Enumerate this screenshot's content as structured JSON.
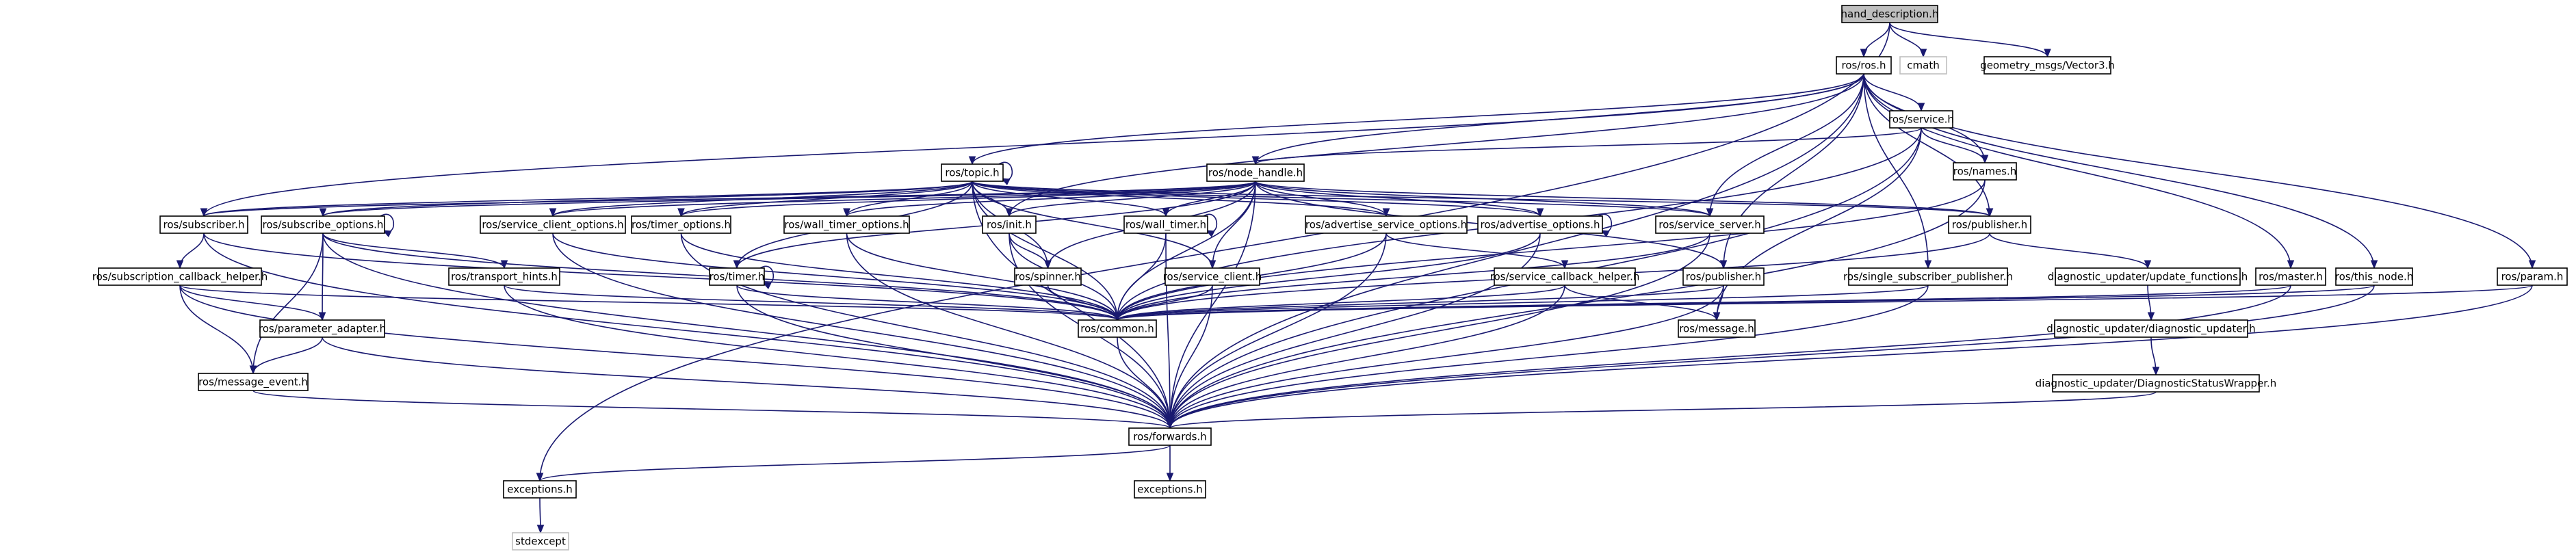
{
  "nodes": [
    {
      "id": "hand_description",
      "label": "hand_description.h",
      "kind": "root"
    },
    {
      "id": "ros_ros",
      "label": "ros/ros.h"
    },
    {
      "id": "cmath",
      "label": "cmath",
      "kind": "ext"
    },
    {
      "id": "vector3",
      "label": "geometry_msgs/Vector3.h"
    },
    {
      "id": "ros_service",
      "label": "ros/service.h"
    },
    {
      "id": "ros_names",
      "label": "ros/names.h"
    },
    {
      "id": "ros_topic",
      "label": "ros/topic.h"
    },
    {
      "id": "ros_node_handle",
      "label": "ros/node_handle.h"
    },
    {
      "id": "ros_subscriber",
      "label": "ros/subscriber.h"
    },
    {
      "id": "ros_subscribe_options",
      "label": "ros/subscribe_options.h"
    },
    {
      "id": "ros_service_client_options",
      "label": "ros/service_client_options.h"
    },
    {
      "id": "ros_timer_options",
      "label": "ros/timer_options.h"
    },
    {
      "id": "ros_wall_timer_options",
      "label": "ros/wall_timer_options.h"
    },
    {
      "id": "ros_init",
      "label": "ros/init.h"
    },
    {
      "id": "ros_wall_timer",
      "label": "ros/wall_timer.h"
    },
    {
      "id": "ros_advertise_service_options",
      "label": "ros/advertise_service_options.h"
    },
    {
      "id": "ros_advertise_options",
      "label": "ros/advertise_options.h"
    },
    {
      "id": "ros_service_server",
      "label": "ros/service_server.h"
    },
    {
      "id": "ros_publisher_top",
      "label": "ros/publisher.h"
    },
    {
      "id": "ros_subscription_callback_helper",
      "label": "ros/subscription_callback_helper.h"
    },
    {
      "id": "ros_transport_hints",
      "label": "ros/transport_hints.h"
    },
    {
      "id": "ros_timer",
      "label": "ros/timer.h"
    },
    {
      "id": "ros_spinner",
      "label": "ros/spinner.h"
    },
    {
      "id": "ros_service_client",
      "label": "ros/service_client.h"
    },
    {
      "id": "ros_service_callback_helper",
      "label": "ros/service_callback_helper.h"
    },
    {
      "id": "ros_publisher_mid",
      "label": "ros/publisher.h"
    },
    {
      "id": "ros_single_subscriber_publisher",
      "label": "ros/single_subscriber_publisher.h"
    },
    {
      "id": "diag_update_functions",
      "label": "diagnostic_updater/update_functions.h"
    },
    {
      "id": "ros_master",
      "label": "ros/master.h"
    },
    {
      "id": "ros_this_node",
      "label": "ros/this_node.h"
    },
    {
      "id": "ros_param",
      "label": "ros/param.h"
    },
    {
      "id": "ros_parameter_adapter",
      "label": "ros/parameter_adapter.h"
    },
    {
      "id": "ros_common",
      "label": "ros/common.h"
    },
    {
      "id": "ros_message",
      "label": "ros/message.h"
    },
    {
      "id": "diag_diagnostic_updater",
      "label": "diagnostic_updater/diagnostic_updater.h"
    },
    {
      "id": "ros_message_event",
      "label": "ros/message_event.h"
    },
    {
      "id": "diag_status_wrapper",
      "label": "diagnostic_updater/DiagnosticStatusWrapper.h"
    },
    {
      "id": "ros_forwards",
      "label": "ros/forwards.h"
    },
    {
      "id": "exceptions_top",
      "label": "exceptions.h"
    },
    {
      "id": "exceptions_bottom",
      "label": "exceptions.h"
    },
    {
      "id": "stdexcept",
      "label": "stdexcept",
      "kind": "ext"
    }
  ],
  "edges": [
    [
      "hand_description",
      "ros_ros"
    ],
    [
      "hand_description",
      "cmath"
    ],
    [
      "hand_description",
      "vector3"
    ],
    [
      "hand_description",
      "exceptions_top"
    ],
    [
      "ros_ros",
      "ros_service"
    ],
    [
      "ros_ros",
      "ros_names"
    ],
    [
      "ros_ros",
      "ros_topic"
    ],
    [
      "ros_ros",
      "ros_node_handle"
    ],
    [
      "ros_ros",
      "ros_subscriber"
    ],
    [
      "ros_ros",
      "ros_init"
    ],
    [
      "ros_ros",
      "ros_service_server"
    ],
    [
      "ros_ros",
      "ros_publisher_top"
    ],
    [
      "ros_ros",
      "ros_publisher_mid"
    ],
    [
      "ros_ros",
      "ros_single_subscriber_publisher"
    ],
    [
      "ros_ros",
      "ros_master"
    ],
    [
      "ros_ros",
      "ros_this_node"
    ],
    [
      "ros_ros",
      "ros_param"
    ],
    [
      "ros_ros",
      "ros_forwards"
    ],
    [
      "ros_service",
      "ros_node_handle"
    ],
    [
      "ros_service",
      "ros_names"
    ],
    [
      "ros_service",
      "ros_common"
    ],
    [
      "ros_service",
      "ros_message"
    ],
    [
      "ros_service",
      "ros_forwards"
    ],
    [
      "ros_names",
      "ros_common"
    ],
    [
      "ros_names",
      "ros_forwards"
    ],
    [
      "ros_topic",
      "ros_topic"
    ],
    [
      "ros_topic",
      "ros_subscriber"
    ],
    [
      "ros_topic",
      "ros_subscribe_options"
    ],
    [
      "ros_topic",
      "ros_service_client_options"
    ],
    [
      "ros_topic",
      "ros_timer_options"
    ],
    [
      "ros_topic",
      "ros_wall_timer_options"
    ],
    [
      "ros_topic",
      "ros_init"
    ],
    [
      "ros_topic",
      "ros_wall_timer"
    ],
    [
      "ros_topic",
      "ros_advertise_service_options"
    ],
    [
      "ros_topic",
      "ros_advertise_options"
    ],
    [
      "ros_topic",
      "ros_service_server"
    ],
    [
      "ros_topic",
      "ros_publisher_top"
    ],
    [
      "ros_topic",
      "ros_timer"
    ],
    [
      "ros_topic",
      "ros_spinner"
    ],
    [
      "ros_topic",
      "ros_service_client"
    ],
    [
      "ros_topic",
      "ros_common"
    ],
    [
      "ros_topic",
      "ros_forwards"
    ],
    [
      "ros_node_handle",
      "ros_subscriber"
    ],
    [
      "ros_node_handle",
      "ros_subscribe_options"
    ],
    [
      "ros_node_handle",
      "ros_service_client_options"
    ],
    [
      "ros_node_handle",
      "ros_timer_options"
    ],
    [
      "ros_node_handle",
      "ros_wall_timer_options"
    ],
    [
      "ros_node_handle",
      "ros_init"
    ],
    [
      "ros_node_handle",
      "ros_wall_timer"
    ],
    [
      "ros_node_handle",
      "ros_advertise_service_options"
    ],
    [
      "ros_node_handle",
      "ros_advertise_options"
    ],
    [
      "ros_node_handle",
      "ros_service_server"
    ],
    [
      "ros_node_handle",
      "ros_publisher_top"
    ],
    [
      "ros_node_handle",
      "ros_timer"
    ],
    [
      "ros_node_handle",
      "ros_spinner"
    ],
    [
      "ros_node_handle",
      "ros_service_client"
    ],
    [
      "ros_node_handle",
      "ros_common"
    ],
    [
      "ros_node_handle",
      "ros_forwards"
    ],
    [
      "ros_node_handle",
      "ros_publisher_mid"
    ],
    [
      "ros_subscriber",
      "ros_subscription_callback_helper"
    ],
    [
      "ros_subscriber",
      "ros_common"
    ],
    [
      "ros_subscriber",
      "ros_forwards"
    ],
    [
      "ros_subscribe_options",
      "ros_subscribe_options"
    ],
    [
      "ros_subscribe_options",
      "ros_transport_hints"
    ],
    [
      "ros_subscribe_options",
      "ros_parameter_adapter"
    ],
    [
      "ros_subscribe_options",
      "ros_message_event"
    ],
    [
      "ros_subscribe_options",
      "ros_common"
    ],
    [
      "ros_subscribe_options",
      "ros_forwards"
    ],
    [
      "ros_service_client_options",
      "ros_common"
    ],
    [
      "ros_service_client_options",
      "ros_forwards"
    ],
    [
      "ros_timer_options",
      "ros_common"
    ],
    [
      "ros_timer_options",
      "ros_forwards"
    ],
    [
      "ros_wall_timer_options",
      "ros_common"
    ],
    [
      "ros_wall_timer_options",
      "ros_forwards"
    ],
    [
      "ros_init",
      "ros_spinner"
    ],
    [
      "ros_init",
      "ros_common"
    ],
    [
      "ros_init",
      "ros_forwards"
    ],
    [
      "ros_wall_timer",
      "ros_wall_timer"
    ],
    [
      "ros_wall_timer",
      "ros_common"
    ],
    [
      "ros_wall_timer",
      "ros_forwards"
    ],
    [
      "ros_advertise_service_options",
      "ros_service_callback_helper"
    ],
    [
      "ros_advertise_service_options",
      "ros_common"
    ],
    [
      "ros_advertise_service_options",
      "ros_forwards"
    ],
    [
      "ros_advertise_options",
      "ros_advertise_options"
    ],
    [
      "ros_advertise_options",
      "ros_common"
    ],
    [
      "ros_advertise_options",
      "ros_forwards"
    ],
    [
      "ros_service_server",
      "ros_common"
    ],
    [
      "ros_service_server",
      "ros_forwards"
    ],
    [
      "ros_publisher_top",
      "diag_update_functions"
    ],
    [
      "ros_publisher_top",
      "ros_common"
    ],
    [
      "ros_subscription_callback_helper",
      "ros_parameter_adapter"
    ],
    [
      "ros_subscription_callback_helper",
      "ros_message_event"
    ],
    [
      "ros_subscription_callback_helper",
      "ros_common"
    ],
    [
      "ros_subscription_callback_helper",
      "ros_forwards"
    ],
    [
      "ros_transport_hints",
      "ros_common"
    ],
    [
      "ros_transport_hints",
      "ros_forwards"
    ],
    [
      "ros_timer",
      "ros_timer"
    ],
    [
      "ros_timer",
      "ros_common"
    ],
    [
      "ros_timer",
      "ros_forwards"
    ],
    [
      "ros_spinner",
      "ros_common"
    ],
    [
      "ros_service_client",
      "ros_common"
    ],
    [
      "ros_service_client",
      "ros_forwards"
    ],
    [
      "ros_service_callback_helper",
      "ros_common"
    ],
    [
      "ros_service_callback_helper",
      "ros_message"
    ],
    [
      "ros_service_callback_helper",
      "ros_forwards"
    ],
    [
      "ros_publisher_mid",
      "ros_common"
    ],
    [
      "ros_publisher_mid",
      "ros_message"
    ],
    [
      "ros_publisher_mid",
      "ros_forwards"
    ],
    [
      "ros_single_subscriber_publisher",
      "ros_common"
    ],
    [
      "ros_single_subscriber_publisher",
      "ros_forwards"
    ],
    [
      "diag_update_functions",
      "diag_diagnostic_updater"
    ],
    [
      "diag_diagnostic_updater",
      "diag_status_wrapper"
    ],
    [
      "ros_master",
      "ros_common"
    ],
    [
      "ros_master",
      "ros_forwards"
    ],
    [
      "ros_this_node",
      "ros_common"
    ],
    [
      "ros_this_node",
      "ros_forwards"
    ],
    [
      "ros_param",
      "ros_common"
    ],
    [
      "ros_param",
      "ros_forwards"
    ],
    [
      "ros_parameter_adapter",
      "ros_message_event"
    ],
    [
      "ros_parameter_adapter",
      "ros_forwards"
    ],
    [
      "ros_common",
      "ros_forwards"
    ],
    [
      "ros_message_event",
      "ros_forwards"
    ],
    [
      "diag_status_wrapper",
      "ros_forwards"
    ],
    [
      "ros_forwards",
      "exceptions_top"
    ],
    [
      "ros_forwards",
      "exceptions_bottom"
    ],
    [
      "exceptions_top",
      "stdexcept"
    ]
  ],
  "colors": {
    "edge": "#191970",
    "root_fill": "#bfbfbf",
    "ext_border": "#bfbfbf",
    "border": "#000000"
  }
}
